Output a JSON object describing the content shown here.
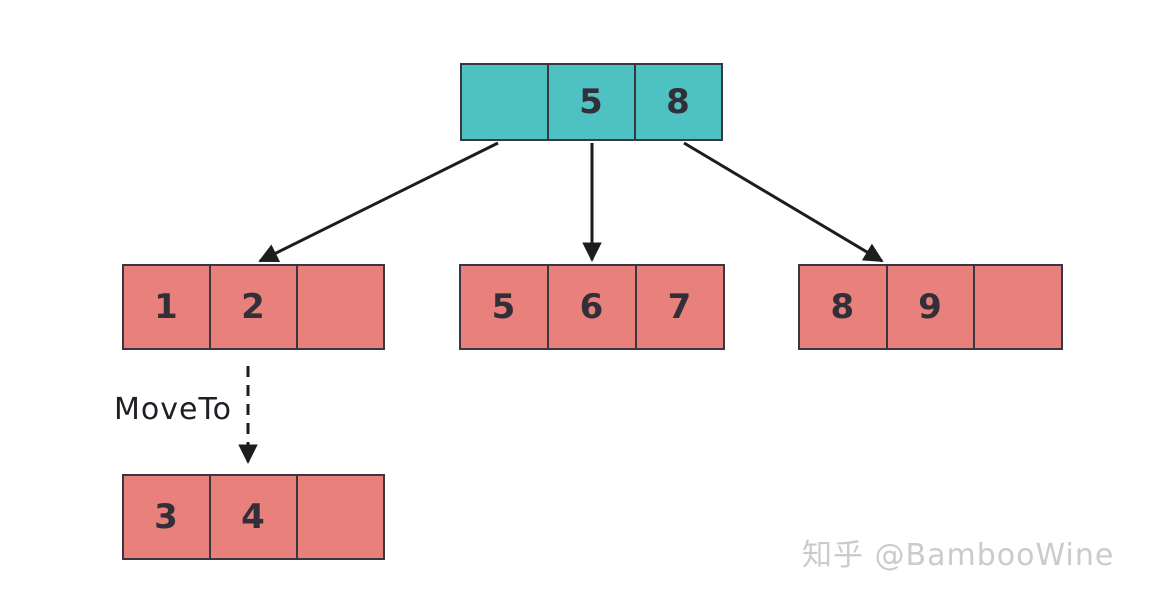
{
  "diagram": {
    "type": "btree-node-split",
    "move_label": "MoveTo",
    "nodes": {
      "root": {
        "cells": [
          "",
          "5",
          "8"
        ]
      },
      "left_leaf": {
        "cells": [
          "1",
          "2",
          ""
        ]
      },
      "middle_leaf": {
        "cells": [
          "5",
          "6",
          "7"
        ]
      },
      "right_leaf": {
        "cells": [
          "8",
          "9",
          ""
        ]
      },
      "moved_leaf": {
        "cells": [
          "3",
          "4",
          ""
        ]
      }
    },
    "colors": {
      "root_fill": "#4ec2c3",
      "leaf_fill": "#e8807c",
      "node_border": "#3a3642",
      "digit_text": "#322f38",
      "arrow": "#1d1d1d",
      "background": "#ffffff"
    }
  },
  "watermark": {
    "text": "知乎 @BambooWine",
    "color": "#cbcbcb"
  }
}
